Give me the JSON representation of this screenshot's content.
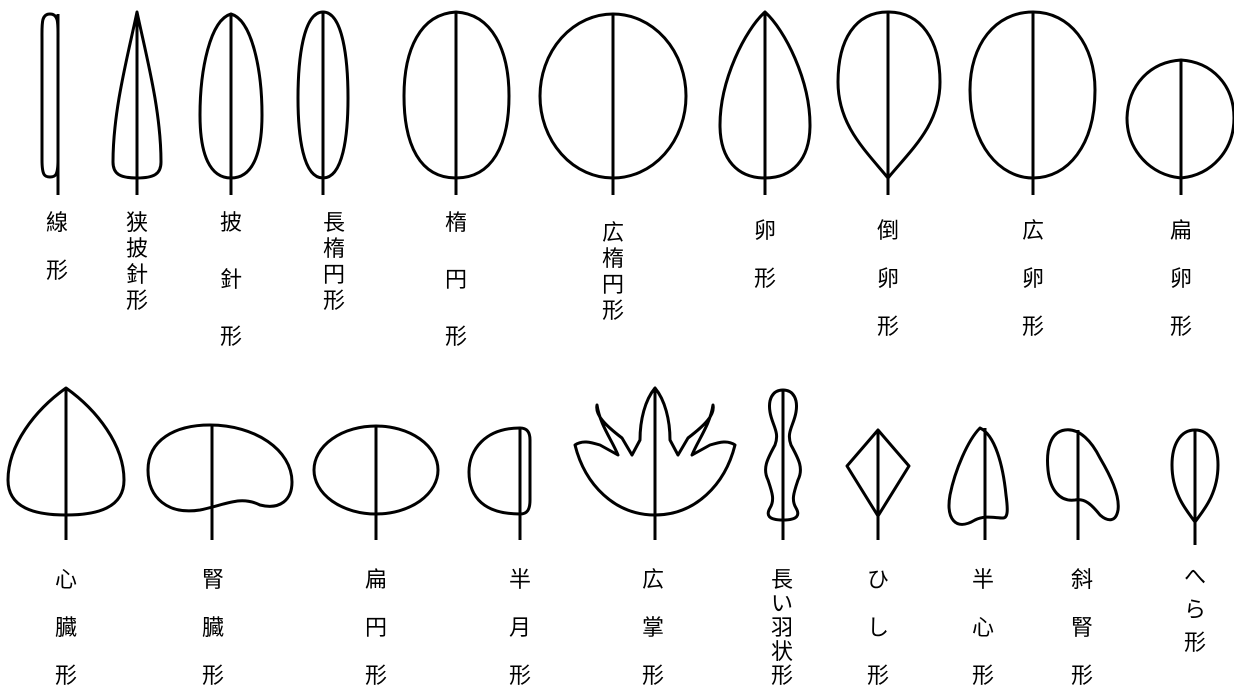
{
  "leaf_shapes": [
    {
      "id": "s1",
      "label": "線形"
    },
    {
      "id": "s2",
      "label": "狭披針形"
    },
    {
      "id": "s3",
      "label": "披針形"
    },
    {
      "id": "s4",
      "label": "長楕円形"
    },
    {
      "id": "s5",
      "label": "楕円形"
    },
    {
      "id": "s6",
      "label": "広楕円形"
    },
    {
      "id": "s7",
      "label": "卵形"
    },
    {
      "id": "s8",
      "label": "倒卵形"
    },
    {
      "id": "s9",
      "label": "広卵形"
    },
    {
      "id": "s10",
      "label": "扁卵形"
    },
    {
      "id": "s11",
      "label": "心臓形"
    },
    {
      "id": "s12",
      "label": "腎臓形"
    },
    {
      "id": "s13",
      "label": "扁円形"
    },
    {
      "id": "s14",
      "label": "半月形"
    },
    {
      "id": "s15",
      "label": "広掌形"
    },
    {
      "id": "s16",
      "label": "長い羽状形"
    },
    {
      "id": "s17",
      "label": "ひし形"
    },
    {
      "id": "s18",
      "label": "半心形"
    },
    {
      "id": "s19",
      "label": "斜腎形"
    },
    {
      "id": "s20",
      "label": "へら形"
    }
  ]
}
